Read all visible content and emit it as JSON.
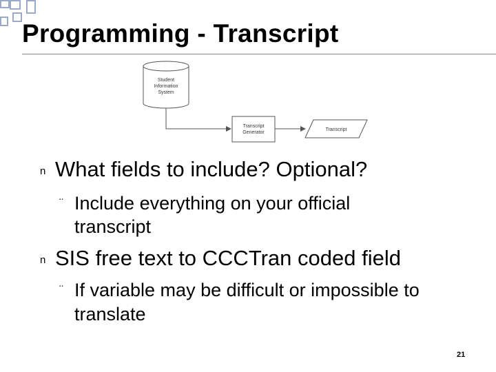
{
  "slide": {
    "title": "Programming - Transcript",
    "number": "21"
  },
  "diagram": {
    "database_lines": [
      "Student",
      "Information",
      "System"
    ],
    "process_lines": [
      "Transcript",
      "Generator"
    ],
    "output_label": "Transcript"
  },
  "bullets": [
    {
      "marker": "n",
      "text": "What fields to include?  Optional?",
      "sub": {
        "marker": "¨",
        "lines": [
          "Include everything on your official",
          "transcript"
        ]
      }
    },
    {
      "marker": "n",
      "text": "SIS free text to CCCTran coded field",
      "sub": {
        "marker": "¨",
        "lines": [
          "If variable may be difficult or impossible to",
          "translate"
        ]
      }
    }
  ]
}
